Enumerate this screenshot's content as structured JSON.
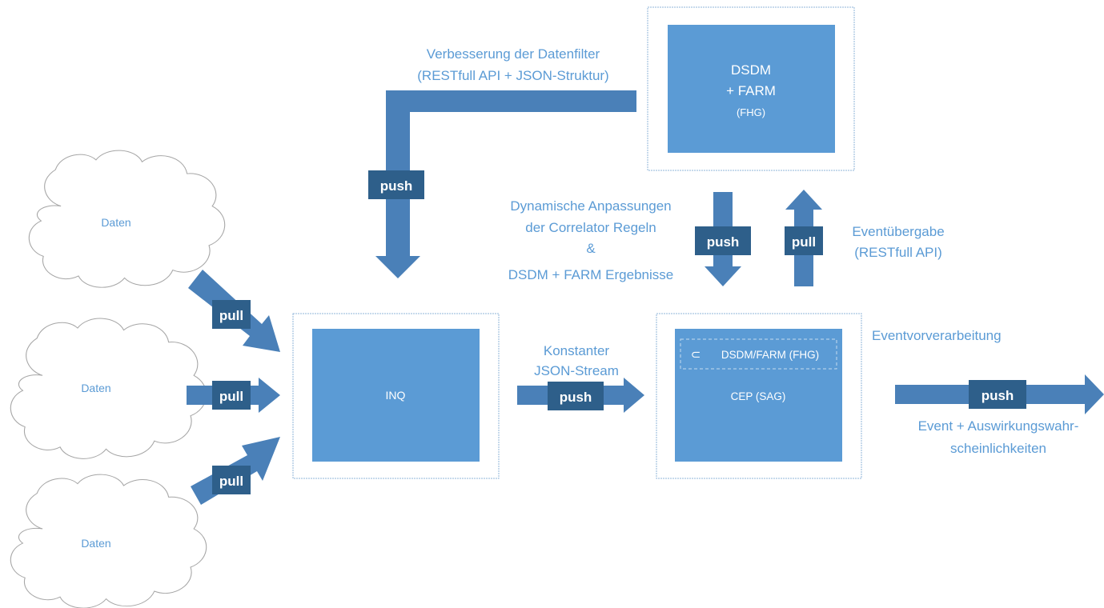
{
  "clouds": [
    "Daten",
    "Daten",
    "Daten"
  ],
  "boxes": {
    "inq": "INQ",
    "cep": "CEP (SAG)",
    "cep_sub": "DSDM/FARM (FHG)",
    "cep_sub_icon": "⊂",
    "dsdm_line1": "DSDM",
    "dsdm_line2": "+ FARM",
    "dsdm_line3": "(FHG)"
  },
  "arrows": {
    "in1": "pull",
    "in2": "pull",
    "in3": "pull",
    "top": "push",
    "mid": "push",
    "down": "push",
    "up": "pull",
    "out": "push"
  },
  "labels": {
    "filter_line1": "Verbesserung der Datenfilter",
    "filter_line2": "(RESTfull API + JSON-Struktur)",
    "dyn_line1": "Dynamische Anpassungen",
    "dyn_line2": "der Correlator Regeln",
    "dyn_line3": "&",
    "dyn_line4": "DSDM + FARM Ergebnisse",
    "event_line1": "Eventübergabe",
    "event_line2": "(RESTfull API)",
    "stream_line1": "Konstanter",
    "stream_line2": "JSON-Stream",
    "prep": "Eventvorverarbeitung",
    "out_line1": "Event + Auswirkungswahr-",
    "out_line2": "scheinlichkeiten"
  },
  "colors": {
    "box_fill": "#5b9bd5",
    "arrow": "#4a80b8",
    "tag": "#2e5f8a",
    "text": "#5b9bd5",
    "frame": "#8fb4d9"
  }
}
